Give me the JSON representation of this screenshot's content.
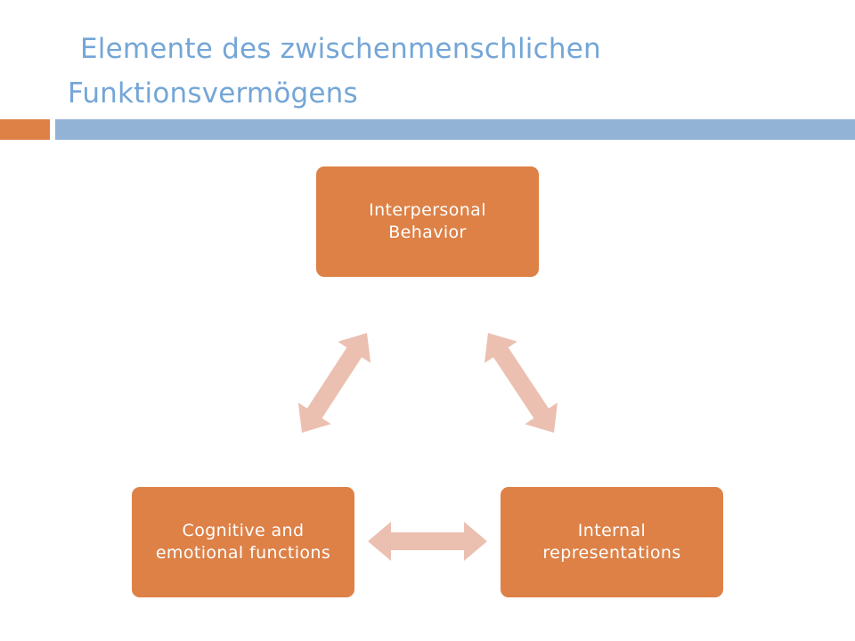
{
  "slide": {
    "title": "Elemente des zwischenmenschlichen Funktionsvermögens"
  },
  "diagram": {
    "nodes": {
      "top": "Interpersonal Behavior",
      "bottom_left": "Cognitive and emotional functions",
      "bottom_right": "Internal representations"
    },
    "colors": {
      "title": "#74A6D6",
      "node_fill": "#DD8147",
      "node_text": "#FFFFFF",
      "arrow_fill": "#EBC0B1",
      "accent_bar": "#DD8147",
      "header_bar": "#93B3D6"
    }
  }
}
